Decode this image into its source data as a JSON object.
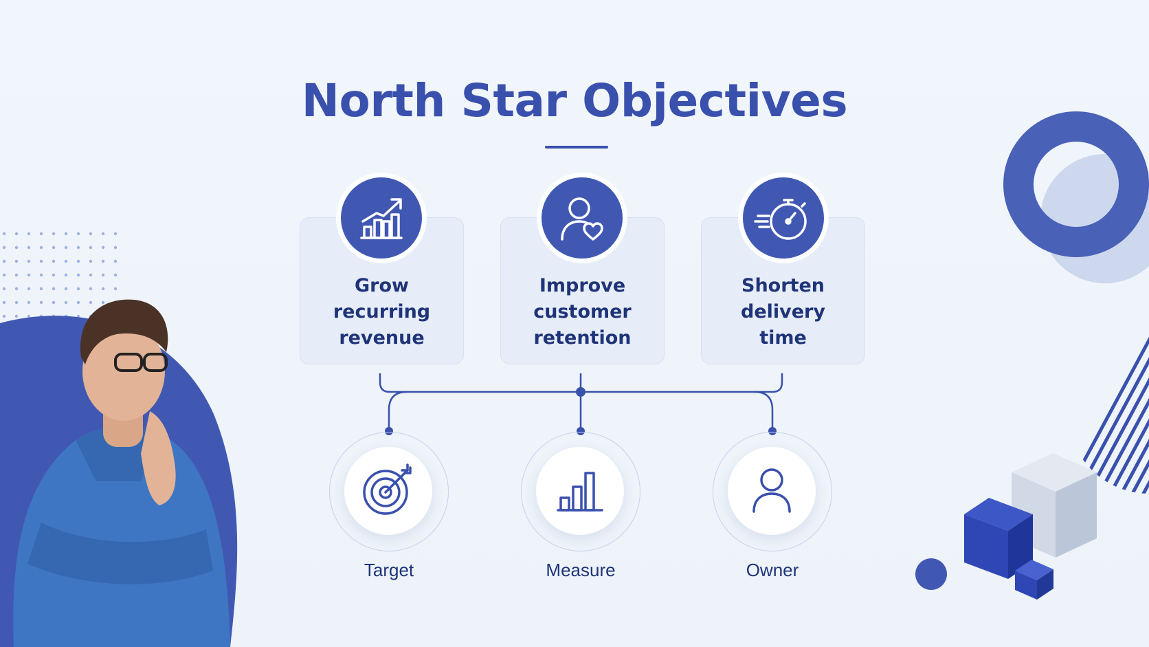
{
  "title": "North Star Objectives",
  "colors": {
    "primary": "#3a50ad",
    "badge": "#4158b3",
    "card_fill": "#e6edf8",
    "text_dark": "#1f3478",
    "background": "#f1f6fc"
  },
  "objectives": [
    {
      "lines": [
        "Grow",
        "recurring",
        "revenue"
      ],
      "icon": "growth-chart-icon"
    },
    {
      "lines": [
        "Improve",
        "customer",
        "retention"
      ],
      "icon": "user-heart-icon"
    },
    {
      "lines": [
        "Shorten",
        "delivery",
        "time"
      ],
      "icon": "stopwatch-icon"
    }
  ],
  "attributes": [
    {
      "label": "Target",
      "icon": "target-icon"
    },
    {
      "label": "Measure",
      "icon": "bar-chart-icon"
    },
    {
      "label": "Owner",
      "icon": "person-icon"
    }
  ]
}
